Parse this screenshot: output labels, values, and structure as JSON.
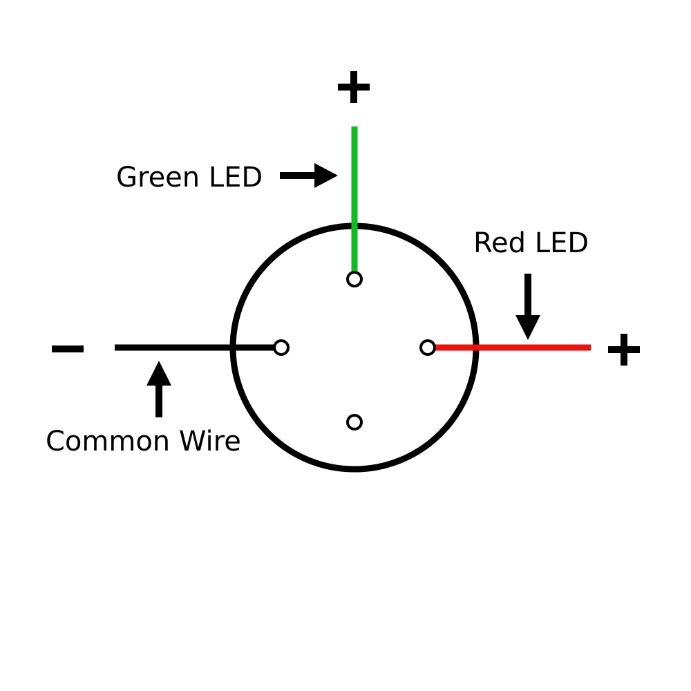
{
  "diagram": {
    "labels": {
      "green_led": "Green LED",
      "red_led": "Red LED",
      "common_wire": "Common Wire"
    },
    "polarity": {
      "green_top": "+",
      "red_right": "+",
      "common_left": "−"
    },
    "colors": {
      "green_wire": "#11bb22",
      "red_wire": "#ee1111",
      "common_wire": "#000000",
      "outline": "#000000"
    },
    "pins": [
      "green-led-pin",
      "common-wire-pin",
      "red-led-pin",
      "unused-pin"
    ]
  }
}
